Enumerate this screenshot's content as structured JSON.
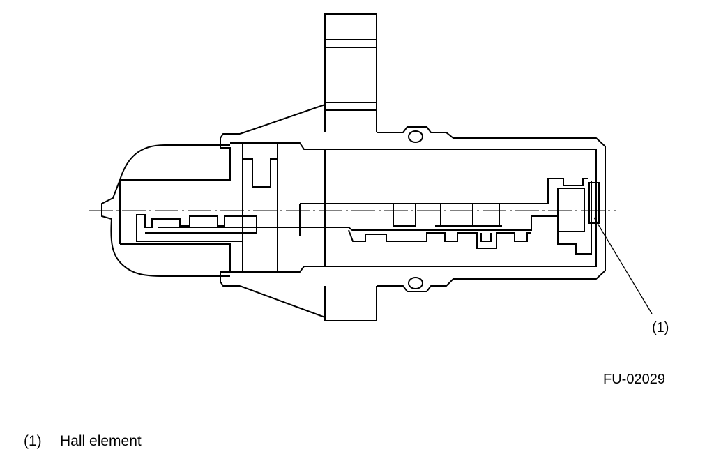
{
  "diagram": {
    "callout_label": "(1)",
    "figure_code": "FU-02029"
  },
  "legend": [
    {
      "number": "(1)",
      "text": "Hall element"
    }
  ]
}
